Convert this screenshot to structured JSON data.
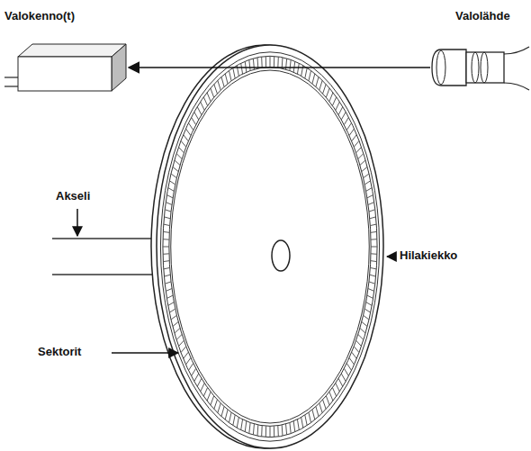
{
  "diagram": {
    "nodes": [
      {
        "text": [
          "Valokenno(t)"
        ]
      },
      {
        "text": [
          "Valolähde"
        ]
      }
    ],
    "edges": [
      {
        "from": 1,
        "to": 0,
        "arrow": "to"
      }
    ],
    "labels": [
      "Akseli",
      "Hilakiekko",
      "Sektorit"
    ]
  }
}
